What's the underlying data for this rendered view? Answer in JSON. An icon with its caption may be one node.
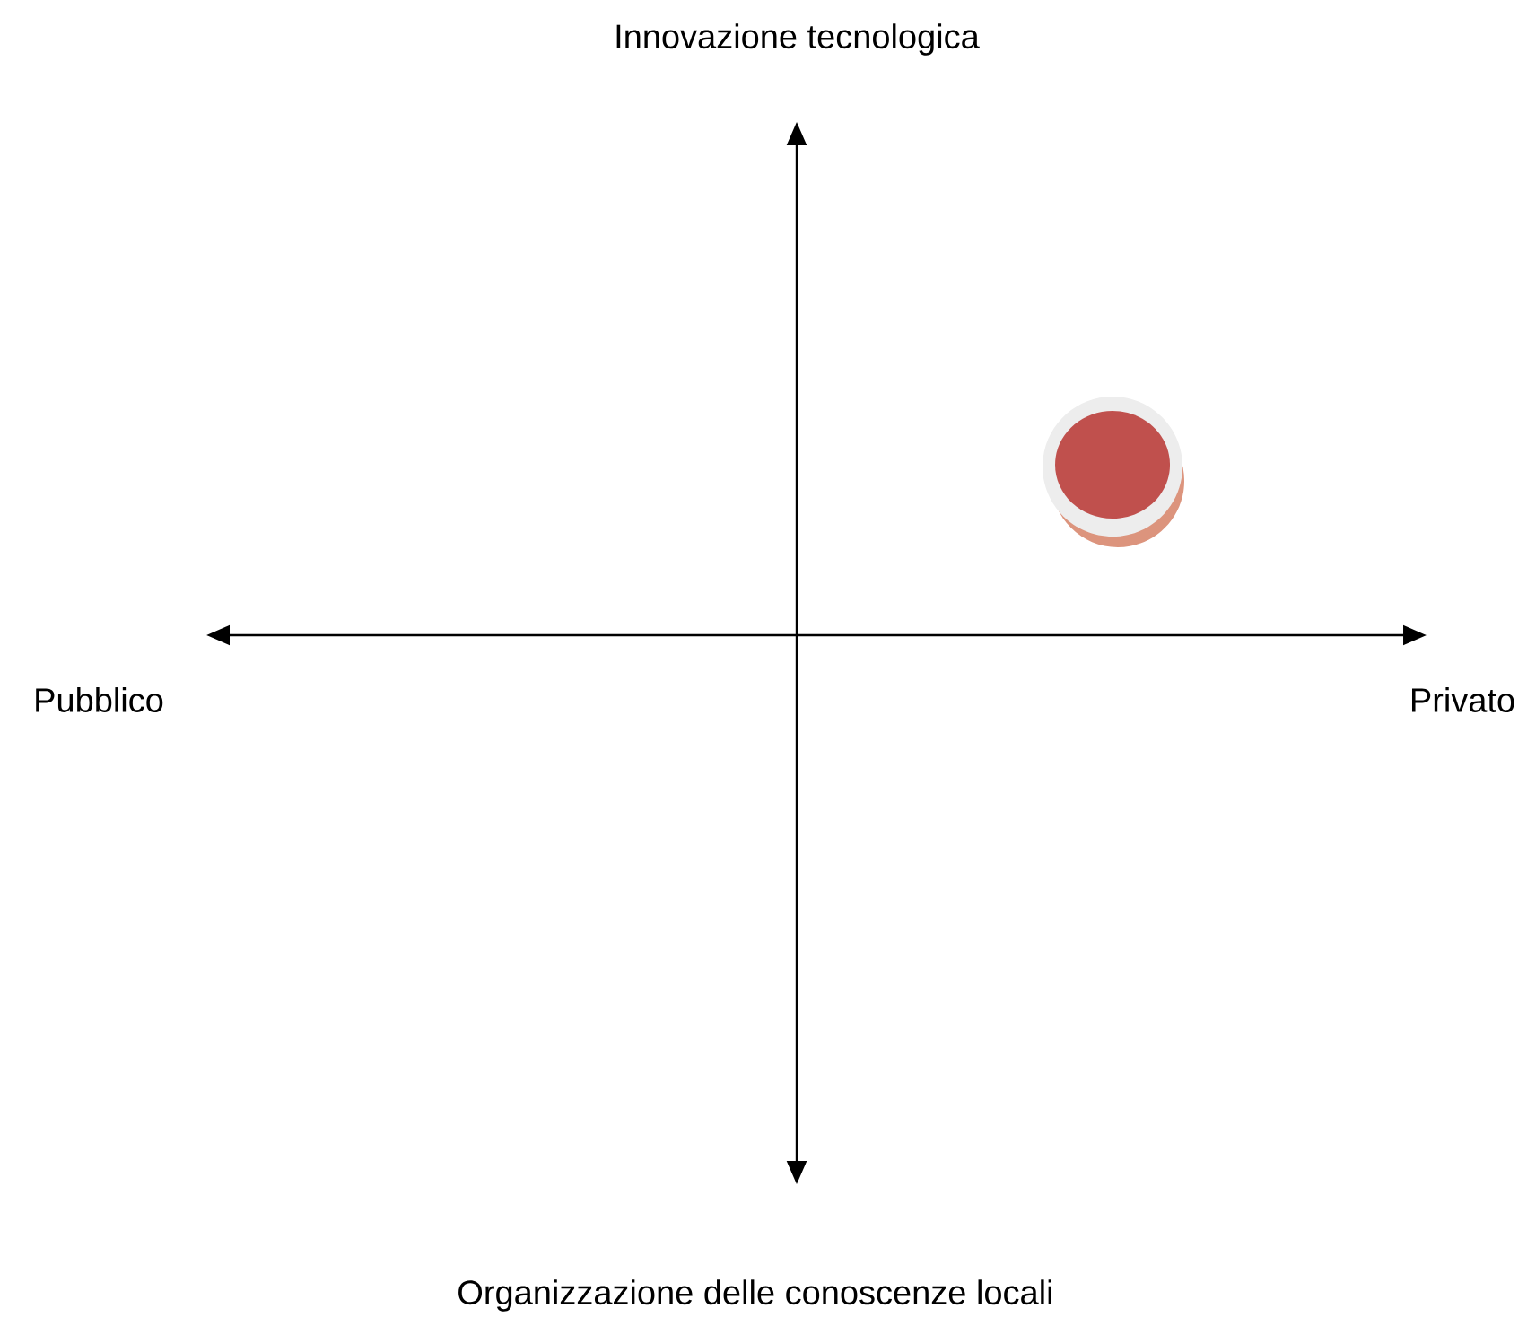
{
  "diagram": {
    "nodes": [
      {
        "text": [],
        "shape": "circle"
      }
    ],
    "labels": [
      "Innovazione tecnologica",
      "Pubblico",
      "Privato",
      "Organizzazione delle conoscenze locali"
    ]
  }
}
